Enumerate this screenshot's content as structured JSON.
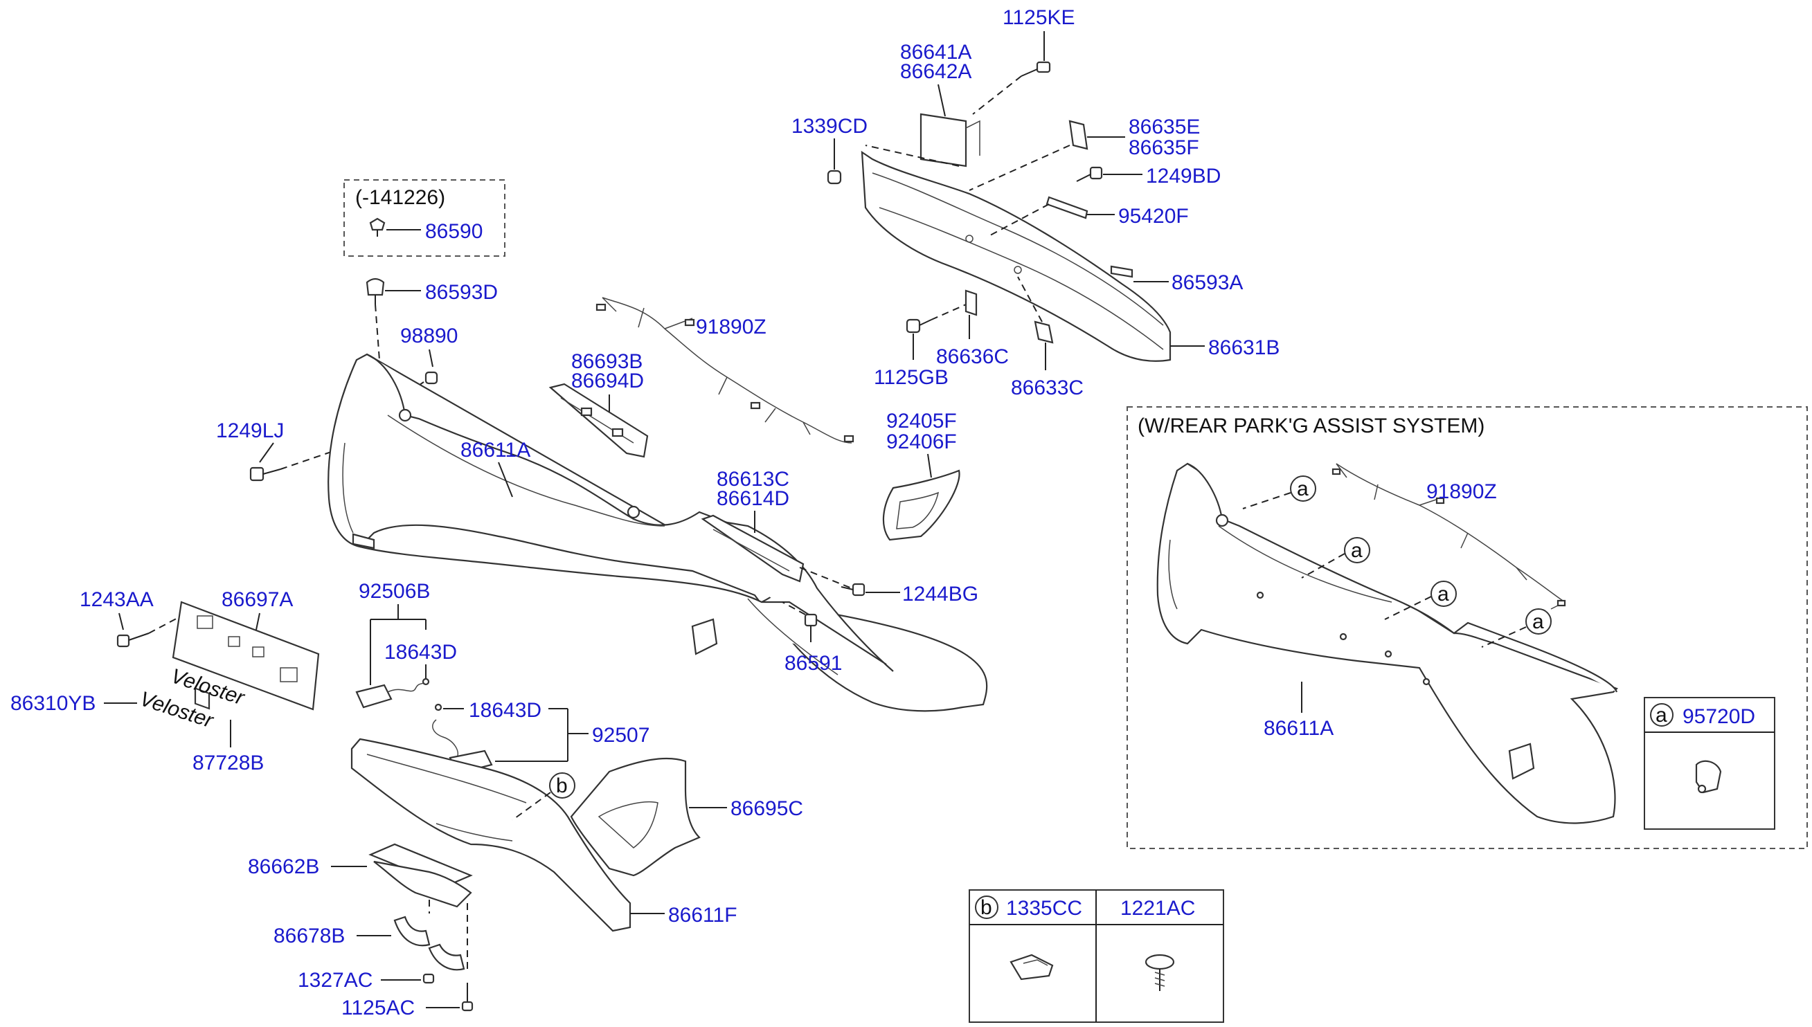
{
  "colors": {
    "label": "#1a1acc",
    "line": "#222222"
  },
  "labels": {
    "p1125KE": "1125KE",
    "p86641A": "86641A",
    "p86642A": "86642A",
    "p1339CD": "1339CD",
    "p86635E": "86635E",
    "p86635F": "86635F",
    "p1249BD": "1249BD",
    "p95420F": "95420F",
    "p86593A": "86593A",
    "p86631B": "86631B",
    "p1125GB": "1125GB",
    "p86636C": "86636C",
    "p86633C": "86633C",
    "p86590": "86590",
    "p86593D": "86593D",
    "p98890": "98890",
    "p1249LJ": "1249LJ",
    "p86611A": "86611A",
    "p86693B": "86693B",
    "p86694D": "86694D",
    "p91890Z": "91890Z",
    "p92405F": "92405F",
    "p92406F": "92406F",
    "p86613C": "86613C",
    "p86614D": "86614D",
    "p1244BG": "1244BG",
    "p86591": "86591",
    "p1243AA": "1243AA",
    "p86697A": "86697A",
    "p86310YB": "86310YB",
    "p87728B": "87728B",
    "p92506B": "92506B",
    "p18643D_a": "18643D",
    "p18643D_b": "18643D",
    "p92507": "92507",
    "p86695C": "86695C",
    "p86662B": "86662B",
    "p86611F": "86611F",
    "p86678B": "86678B",
    "p1327AC": "1327AC",
    "p1125AC": "1125AC",
    "inset_91890Z": "91890Z",
    "inset_86611A": "86611A",
    "p95720D": "95720D",
    "p1335CC": "1335CC",
    "p1221AC": "1221AC"
  },
  "notes": {
    "date_range": "(-141226)",
    "park_assist": "(W/REAR PARK'G ASSIST SYSTEM)"
  },
  "callouts": {
    "a": "a",
    "b": "b"
  },
  "badge_text": "Veloster"
}
